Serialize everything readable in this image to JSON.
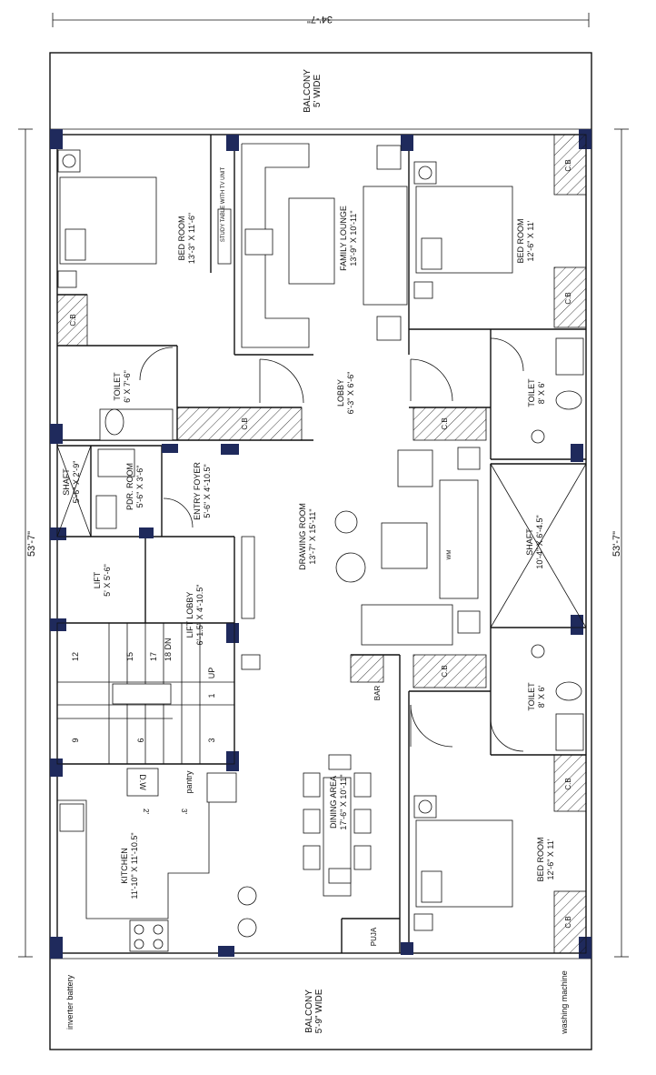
{
  "plan": {
    "overall_width": "34'-7\"",
    "overall_depth": "53'-7\"",
    "rooms": {
      "balcony_top": {
        "name": "BALCONY",
        "size": "5' WIDE"
      },
      "bedroom_tl": {
        "name": "BED ROOM",
        "size": "13'-3\" X 11'-6\""
      },
      "study_note": "STUDY TABLE WITH TV UNIT",
      "family_lounge": {
        "name": "FAMILY LOUNGE",
        "size": "13'-9\" X 10'-11\""
      },
      "bedroom_tr": {
        "name": "BED ROOM",
        "size": "12'-6\" X 11'"
      },
      "toilet_left": {
        "name": "TOILET",
        "size": "6' X 7'-6\""
      },
      "lobby": {
        "name": "LOBBY",
        "size": "6'-3\" X 6'-6\""
      },
      "toilet_r1": {
        "name": "TOILET",
        "size": "8' X 6'"
      },
      "shaft_left": {
        "name": "SHAFT",
        "size": "5'-6\" X 2'-9\""
      },
      "pdr_room": {
        "name": "PDR. ROOM",
        "size": "5'-6\" X 3'-6\""
      },
      "entry_foyer": {
        "name": "ENTRY FOYER",
        "size": "5'-6\" X 4'-10.5\""
      },
      "drawing_room": {
        "name": "DRAWING ROOM",
        "size": "13'-7\" X 15'-11\""
      },
      "shaft_right": {
        "name": "SHAFT",
        "size": "10'-4\" X 6'-4.5\""
      },
      "lift": {
        "name": "LIFT",
        "size": "5' X 5'-6\""
      },
      "lift_lobby": {
        "name": "LIFT LOBBY",
        "size": "6'-1.5\" X 4'-10.5\""
      },
      "toilet_r2": {
        "name": "TOILET",
        "size": "8' X 6'"
      },
      "dining": {
        "name": "DINING AREA",
        "size": "17'-6\" X 10'-11\""
      },
      "kitchen": {
        "name": "KITCHEN",
        "size": "11'-10\" X 11'-10.5\""
      },
      "bedroom_br": {
        "name": "BED ROOM",
        "size": "12'-6\" X 11'"
      },
      "balcony_bottom": {
        "name": "BALCONY",
        "size": "5'-9\" WIDE"
      }
    },
    "tags": {
      "cb": "C.B",
      "bar": "BAR",
      "puja": "PUJA",
      "pantry": "pantry",
      "dw": "D.W",
      "inverter": "inverter battery",
      "washing": "washing machine",
      "dn": "DN",
      "up": "UP",
      "wm": "WM",
      "pantry_dim_a": "3'",
      "pantry_dim_b": "2'"
    },
    "stairs": [
      "1",
      "3",
      "6",
      "9",
      "12",
      "15",
      "17",
      "18"
    ]
  }
}
